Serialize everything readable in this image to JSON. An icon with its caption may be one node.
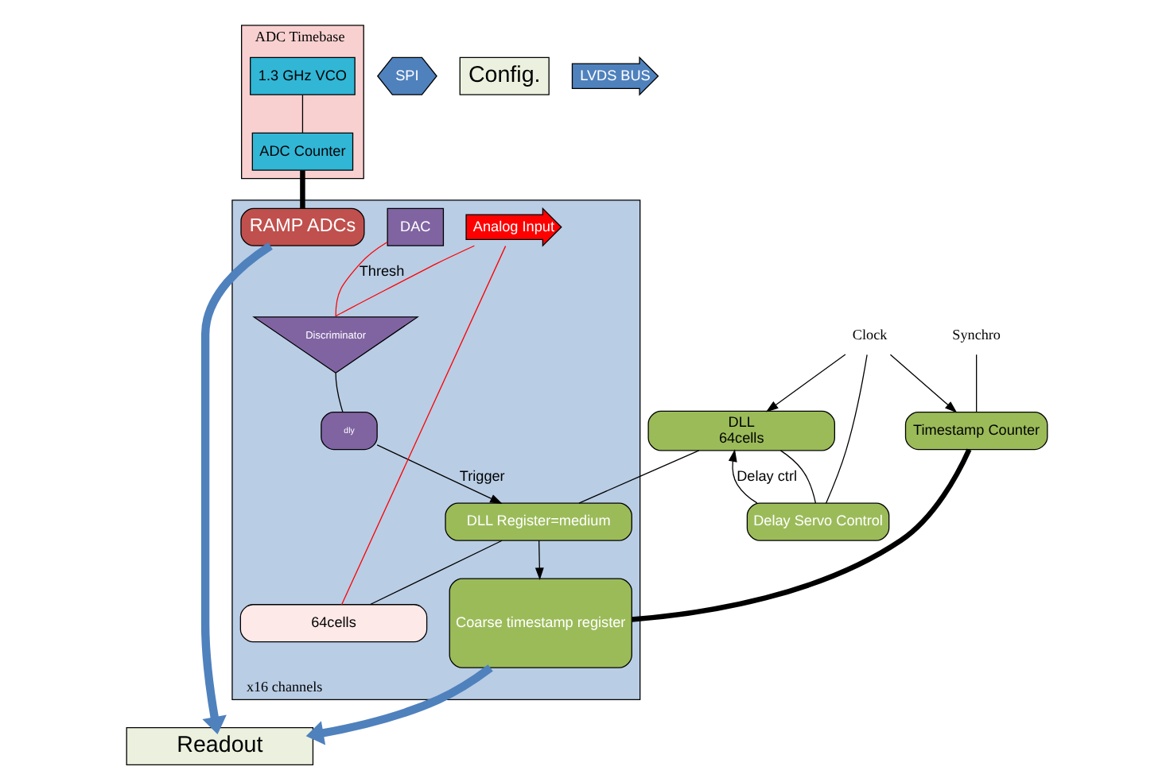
{
  "diagram": {
    "nodes": [
      {
        "text": [
          "Synchro"
        ]
      },
      {
        "text": [
          "Clock"
        ]
      },
      {
        "text": [
          "Timestamp Counter"
        ]
      },
      {
        "text": [
          "DLL",
          "64cells"
        ]
      },
      {
        "text": [
          "Delay Servo Control"
        ]
      },
      {
        "text": [
          "SPI"
        ]
      },
      {
        "text": [
          "Config."
        ]
      },
      {
        "text": [
          "x16 channels"
        ]
      },
      {
        "text": [
          "DAC"
        ],
        "in": 7
      },
      {
        "text": [
          "Discriminator"
        ],
        "in": 7
      },
      {
        "text": [
          "dly"
        ],
        "in": 7
      },
      {
        "text": [
          "Analog Input"
        ],
        "in": 7
      },
      {
        "text": [
          "DLL Register=medium"
        ],
        "in": 7
      },
      {
        "text": [
          "64cells"
        ],
        "in": 7
      },
      {
        "text": [
          "RAMP ADCs"
        ],
        "in": 7
      },
      {
        "text": [
          "Coarse timestamp register"
        ],
        "in": 7
      },
      {
        "text": [
          "ADC Timebase"
        ]
      },
      {
        "text": [
          "1.3 GHz VCO"
        ],
        "in": 16
      },
      {
        "text": [
          "ADC Counter"
        ],
        "in": 16
      },
      {
        "text": [
          "Readout"
        ]
      },
      {
        "text": [
          "LVDS BUS"
        ]
      }
    ],
    "edges": [
      {
        "from": 0,
        "to": 2,
        "arrow": "none"
      },
      {
        "from": 1,
        "to": 2,
        "arrow": "to"
      },
      {
        "from": 1,
        "to": 3,
        "arrow": "to"
      },
      {
        "from": 1,
        "to": 4,
        "arrow": "none"
      },
      {
        "from": 3,
        "to": 4,
        "arrow": "none"
      },
      {
        "from": 4,
        "to": 3,
        "arrow": "to",
        "label": "Delay ctrl"
      },
      {
        "from": 2,
        "to": 15,
        "arrow": "none",
        "style": "thick"
      },
      {
        "from": 3,
        "to": 12,
        "arrow": "none"
      },
      {
        "from": 12,
        "to": 13,
        "arrow": "none"
      },
      {
        "from": 8,
        "to": 9,
        "arrow": "none",
        "label": "Thresh",
        "color": "#ff0000"
      },
      {
        "from": 11,
        "to": 9,
        "arrow": "none",
        "color": "#ff0000"
      },
      {
        "from": 11,
        "to": 13,
        "arrow": "none",
        "color": "#ff0000"
      },
      {
        "from": 9,
        "to": 10,
        "arrow": "none"
      },
      {
        "from": 10,
        "to": 12,
        "arrow": "to",
        "label": "Trigger"
      },
      {
        "from": 12,
        "to": 15,
        "arrow": "to"
      },
      {
        "from": 17,
        "to": 18,
        "arrow": "none"
      },
      {
        "from": 18,
        "to": 14,
        "arrow": "none",
        "style": "thick"
      },
      {
        "from": 14,
        "to": 19,
        "arrow": "to",
        "style": "thick",
        "color": "#4f81bd"
      },
      {
        "from": 15,
        "to": 19,
        "arrow": "to",
        "style": "thick",
        "color": "#4f81bd"
      }
    ]
  }
}
